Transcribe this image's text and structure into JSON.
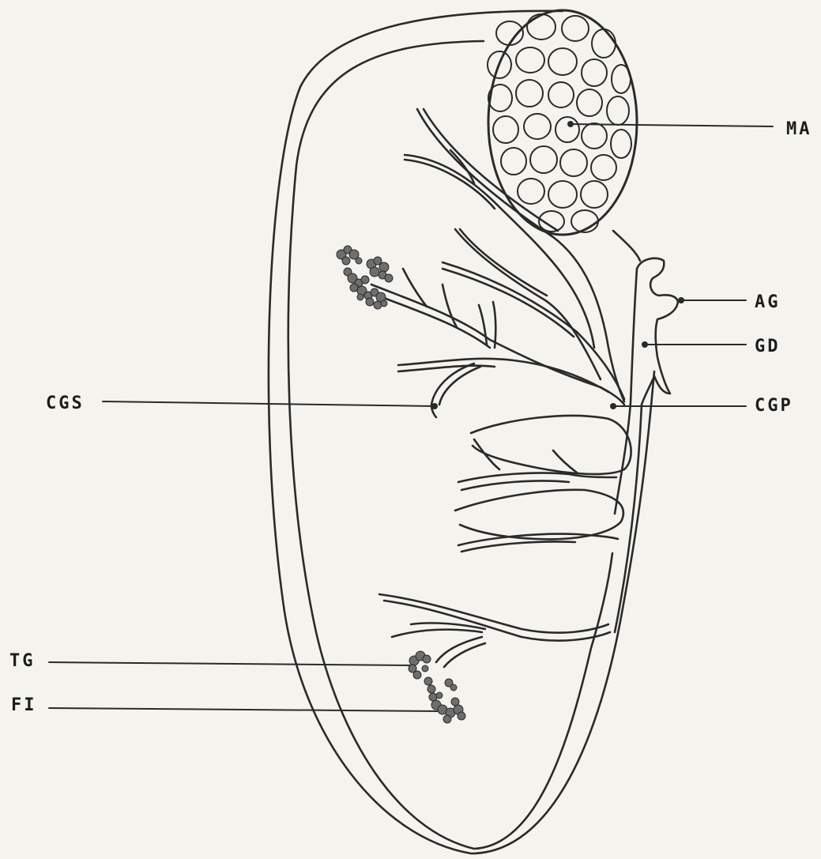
{
  "labels": {
    "ma": "MA",
    "ag": "AG",
    "gd": "GD",
    "cgp": "CGP",
    "cgs": "CGS",
    "tg": "TG",
    "fi": "FI"
  },
  "colors": {
    "background": "#f4f3ee",
    "ink": "#2a2a2a",
    "granule": "#6e6e6e"
  }
}
